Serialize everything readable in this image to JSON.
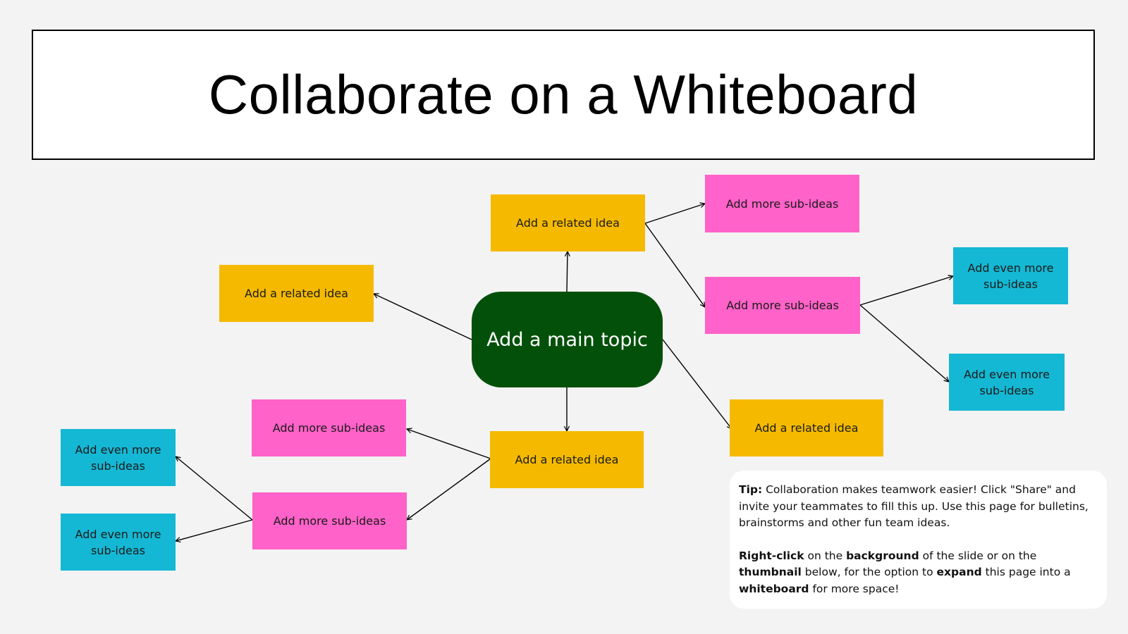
{
  "title": "Collaborate on a Whiteboard",
  "colors": {
    "main_topic": "#03500a",
    "related_idea": "#f5ba00",
    "sub_idea": "#ff62c8",
    "even_more": "#14b8d4",
    "background": "#f3f3f3"
  },
  "main_topic": "Add a main topic",
  "related_ideas": {
    "top": "Add a related idea",
    "left": "Add a related idea",
    "right": "Add a related idea",
    "bottom": "Add a related idea"
  },
  "sub_ideas": {
    "top_right_1": "Add more sub-ideas",
    "top_right_2": "Add more sub-ideas",
    "bottom_left_1": "Add more sub-ideas",
    "bottom_left_2": "Add more sub-ideas"
  },
  "even_more": {
    "right_1": "Add even more sub-ideas",
    "right_2": "Add even more sub-ideas",
    "left_1": "Add even more sub-ideas",
    "left_2": "Add even more sub-ideas"
  },
  "tip": {
    "p1": [
      {
        "text": "Tip:",
        "bold": true
      },
      {
        "text": " Collaboration makes teamwork easier! Click \"Share\" and invite your teammates to fill this up. Use this page for bulletins, brainstorms and other fun team ideas.",
        "bold": false
      }
    ],
    "p2": [
      {
        "text": "Right-click",
        "bold": true
      },
      {
        "text": " on the ",
        "bold": false
      },
      {
        "text": "background",
        "bold": true
      },
      {
        "text": " of the slide or on the ",
        "bold": false
      },
      {
        "text": "thumbnail",
        "bold": true
      },
      {
        "text": " below, for the option to ",
        "bold": false
      },
      {
        "text": "expand",
        "bold": true
      },
      {
        "text": " this page into a ",
        "bold": false
      },
      {
        "text": "whiteboard",
        "bold": true
      },
      {
        "text": " for more space!",
        "bold": false
      }
    ]
  }
}
